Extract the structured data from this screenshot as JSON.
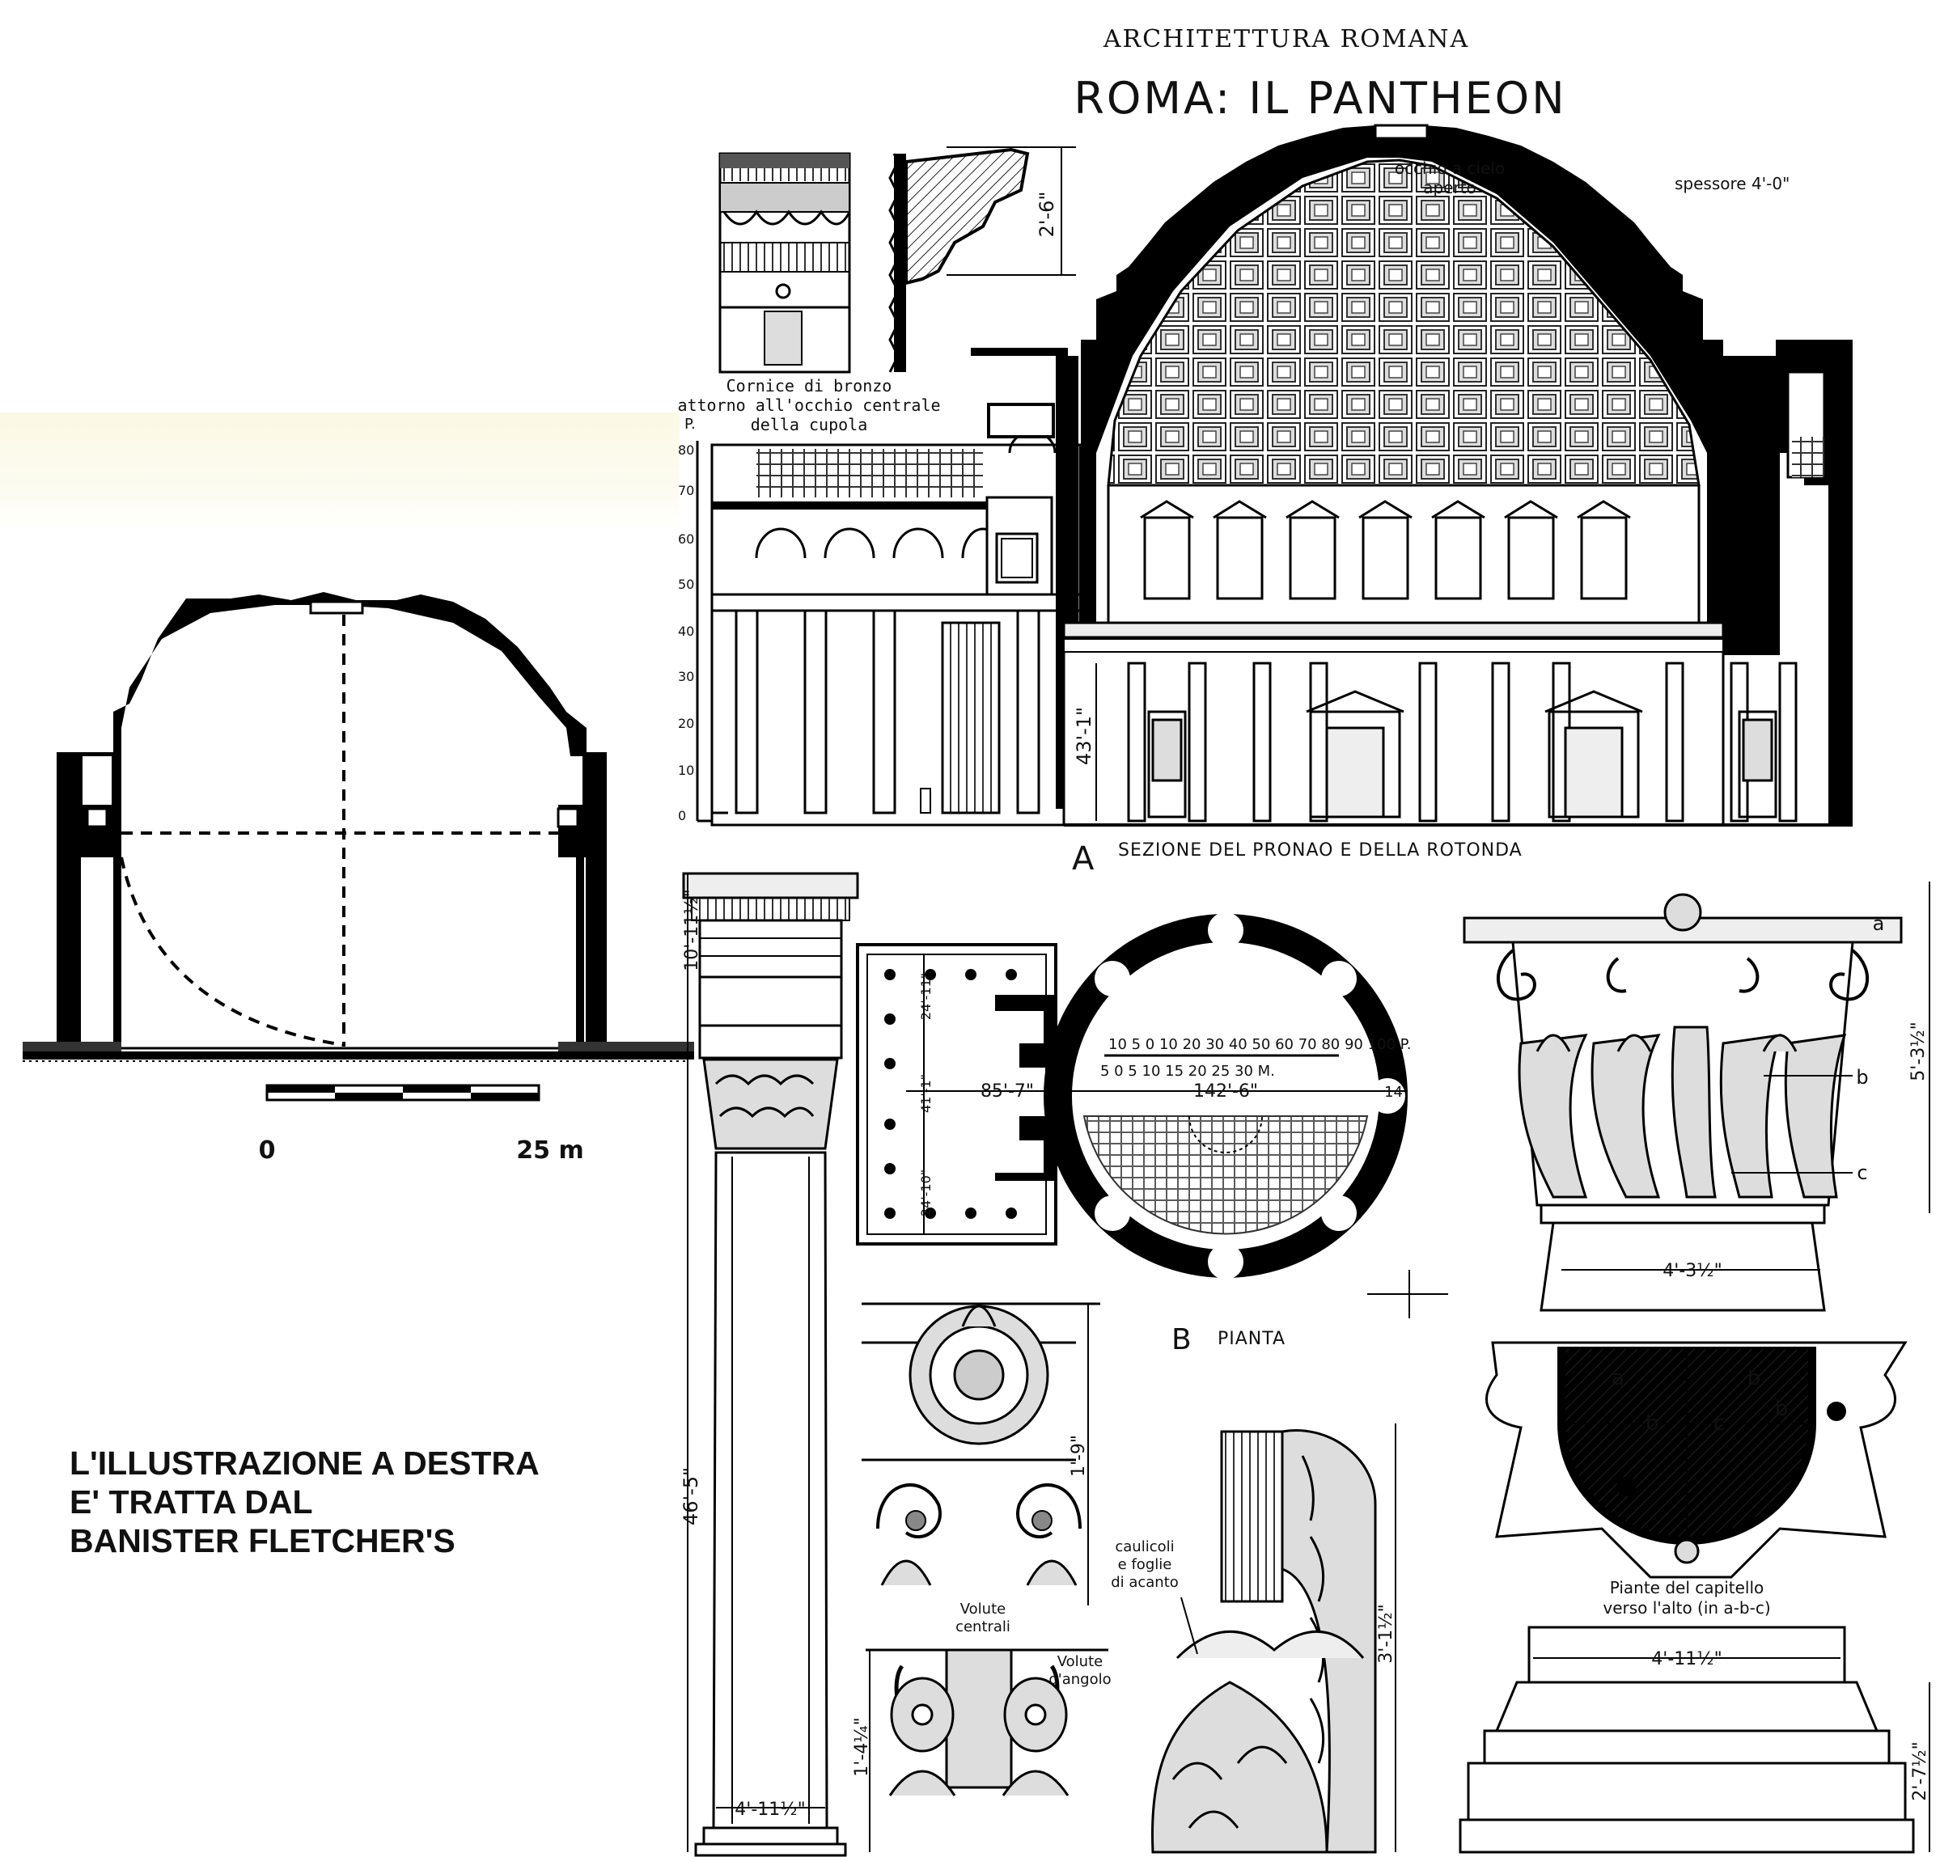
{
  "header": {
    "series_title": "ARCHITETTURA ROMANA",
    "main_title": "ROMA: IL PANTHEON"
  },
  "credit": {
    "line1": "L'ILLUSTRAZIONE A DESTRA",
    "line2": "E' TRATTA DAL",
    "line3": "BANISTER FLETCHER'S"
  },
  "left_section": {
    "scale_start": "0",
    "scale_end": "25 m"
  },
  "cornice_caption": {
    "line1": "Cornice di bronzo",
    "line2": "attorno all'occhio centrale",
    "line3": "della cupola",
    "dimension": "2'-6\""
  },
  "section_a": {
    "letter": "A",
    "caption": "SEZIONE DEL PRONAO E DELLA ROTONDA",
    "oculus_line1": "occhio a cielo",
    "oculus_line2": "aperto",
    "thickness": "spessore 4'-0\"",
    "height_dim": "43'-1\"",
    "scale_unit": "P.",
    "scale_ticks": [
      "80",
      "70",
      "60",
      "50",
      "40",
      "30",
      "20",
      "10",
      "0"
    ]
  },
  "plan_b": {
    "letter": "B",
    "caption": "PIANTA",
    "scale_feet": "10 5 0  10  20  30  40  50  60  70  80  90  100 P.",
    "scale_metres": "5   0    5   10   15   20   25   30 M.",
    "dim_portico": "85'-7\"",
    "dim_diameter": "142'-6\"",
    "dim_wall": "14'",
    "dim_a": "24'-11\"",
    "dim_b": "41'-1\"",
    "dim_c": "24'-10\""
  },
  "column": {
    "dim_entablature": "10'-11½\"",
    "dim_shaft": "46'-5\"",
    "dim_diameter": "4'-11½\""
  },
  "capital": {
    "label_a": "a",
    "label_b": "b",
    "label_c": "c",
    "dim_height": "5'-3½\"",
    "dim_width": "4'-3½\""
  },
  "capital_plan": {
    "label_a": "a",
    "label_b1": "b",
    "label_c": "c",
    "label_b2": "b",
    "label_b3": "b",
    "caption_line1": "Piante del capitello",
    "caption_line2": "verso l'alto (in a-b-c)",
    "dim_width": "4'-11½\"",
    "dim_base": "2'-7½\""
  },
  "details": {
    "rosette_dim": "1'-9\"",
    "volute_central_1": "Volute",
    "volute_central_2": "centrali",
    "volute_corner_1": "Volute",
    "volute_corner_2": "d'angolo",
    "volute_dim": "1'-4¼\"",
    "acanthus_1": "caulicoli",
    "acanthus_2": "e foglie",
    "acanthus_3": "di acanto",
    "acanthus_dim": "3'-1½\""
  }
}
